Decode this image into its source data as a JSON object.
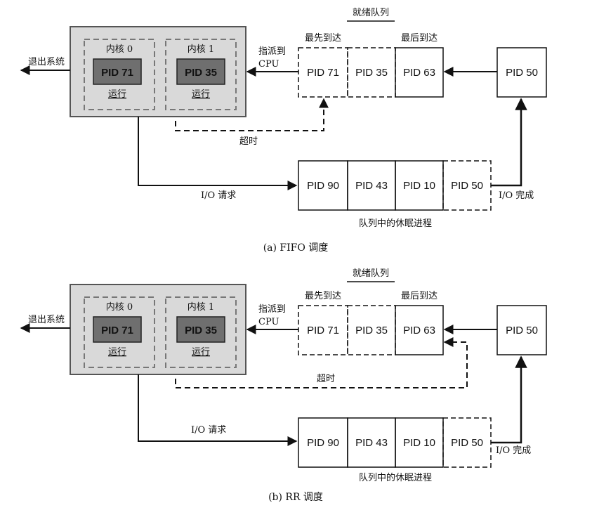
{
  "colors": {
    "cpu_bg": "#d9d9d9",
    "proc_dark": "#6f6f6f",
    "line": "#111111"
  },
  "fifo": {
    "caption": "(a) FIFO 调度",
    "exit_label": "退出系统",
    "core0": {
      "title": "内核 0",
      "pid": "PID 71",
      "state": "运行"
    },
    "core1": {
      "title": "内核 1",
      "pid": "PID 35",
      "state": "运行"
    },
    "dispatch_line1": "指派到",
    "dispatch_line2": "CPU",
    "ready_title": "就绪队列",
    "first_arrive": "最先到达",
    "last_arrive": "最后到达",
    "ready": [
      "PID 71",
      "PID 35",
      "PID 63"
    ],
    "incoming": "PID 50",
    "timeout": "超时",
    "io_request": "I/O 请求",
    "io_done": "I/O 完成",
    "sleep": [
      "PID 90",
      "PID 43",
      "PID 10",
      "PID 50"
    ],
    "sleep_title": "队列中的休眠进程"
  },
  "rr": {
    "caption": "(b) RR 调度",
    "exit_label": "退出系统",
    "core0": {
      "title": "内核 0",
      "pid": "PID 71",
      "state": "运行"
    },
    "core1": {
      "title": "内核 1",
      "pid": "PID 35",
      "state": "运行"
    },
    "dispatch_line1": "指派到",
    "dispatch_line2": "CPU",
    "ready_title": "就绪队列",
    "first_arrive": "最先到达",
    "last_arrive": "最后到达",
    "ready": [
      "PID 71",
      "PID 35",
      "PID 63"
    ],
    "incoming": "PID 50",
    "timeout": "超时",
    "io_request": "I/O 请求",
    "io_done": "I/O 完成",
    "sleep": [
      "PID 90",
      "PID 43",
      "PID 10",
      "PID 50"
    ],
    "sleep_title": "队列中的休眠进程"
  }
}
